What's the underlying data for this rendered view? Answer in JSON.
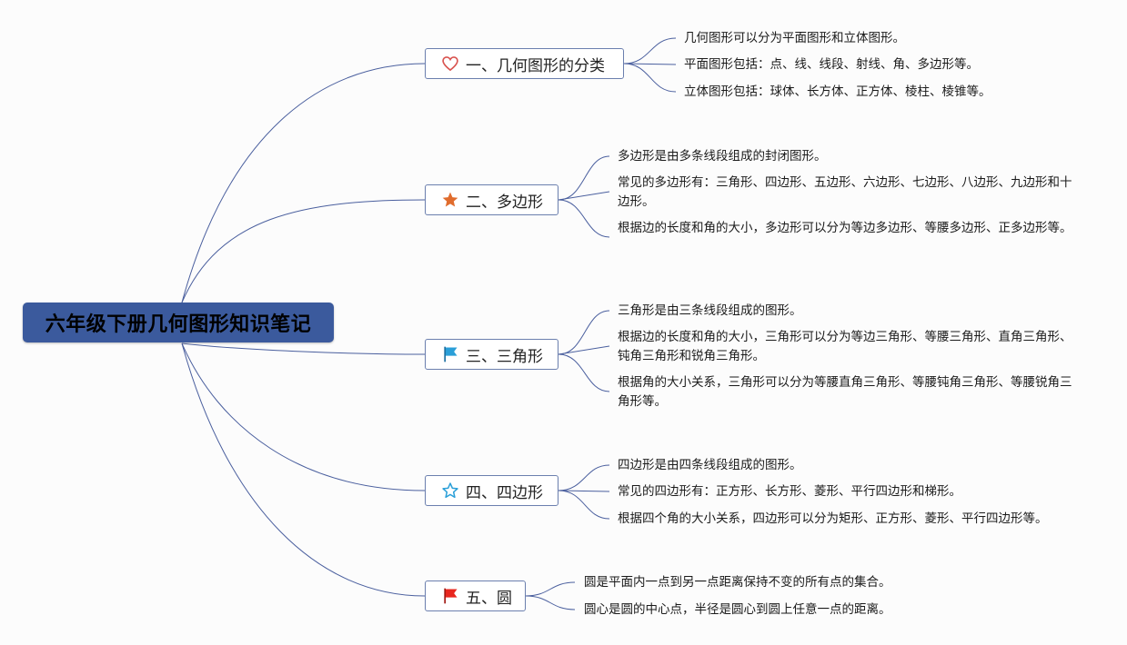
{
  "colors": {
    "root_bg": "#3b5a9d",
    "line": "#4a5f9e",
    "heart": "#d9534f",
    "star_orange": "#e06c2d",
    "flag_blue": "#2a9fd8",
    "star_outline": "#2a9fd8",
    "flag_red": "#e8261e"
  },
  "root": {
    "title": "六年级下册几何图形知识笔记"
  },
  "branches": [
    {
      "icon": "heart-icon",
      "label": "一、几何图形的分类",
      "items": [
        "几何图形可以分为平面图形和立体图形。",
        "平面图形包括：点、线、线段、射线、角、多边形等。",
        "立体图形包括：球体、长方体、正方体、棱柱、棱锥等。"
      ]
    },
    {
      "icon": "star-filled-icon",
      "label": "二、多边形",
      "items": [
        "多边形是由多条线段组成的封闭图形。",
        "常见的多边形有：三角形、四边形、五边形、六边形、七边形、八边形、九边形和十边形。",
        "根据边的长度和角的大小，多边形可以分为等边多边形、等腰多边形、正多边形等。"
      ]
    },
    {
      "icon": "flag-blue-icon",
      "label": "三、三角形",
      "items": [
        "三角形是由三条线段组成的图形。",
        "根据边的长度和角的大小，三角形可以分为等边三角形、等腰三角形、直角三角形、钝角三角形和锐角三角形。",
        "根据角的大小关系，三角形可以分为等腰直角三角形、等腰钝角三角形、等腰锐角三角形等。"
      ]
    },
    {
      "icon": "star-outline-icon",
      "label": "四、四边形",
      "items": [
        "四边形是由四条线段组成的图形。",
        "常见的四边形有：正方形、长方形、菱形、平行四边形和梯形。",
        "根据四个角的大小关系，四边形可以分为矩形、正方形、菱形、平行四边形等。"
      ]
    },
    {
      "icon": "flag-red-icon",
      "label": "五、圆",
      "items": [
        "圆是平面内一点到另一点距离保持不变的所有点的集合。",
        "圆心是圆的中心点，半径是圆心到圆上任意一点的距离。"
      ]
    }
  ]
}
